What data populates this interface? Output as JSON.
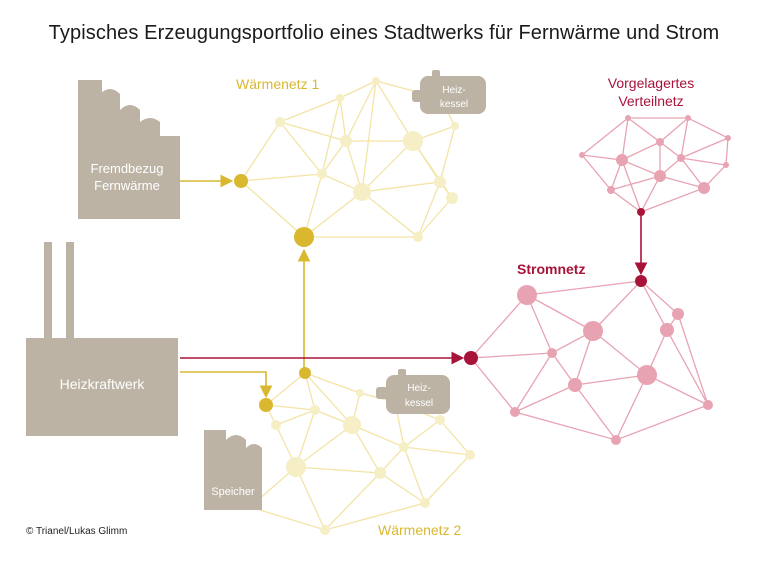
{
  "title": "Typisches Erzeugungsportfolio eines Stadtwerks für Fernwärme und Strom",
  "credit": "© Trianel/Lukas Glimm",
  "colors": {
    "heat": "#d9b830",
    "heat_light": "#f6eec4",
    "heat_stroke": "#f3e4a6",
    "power": "#a8133a",
    "power_light": "#e8a3b3",
    "building": "#bcb3a4"
  },
  "labels": {
    "waermenetz1": "Wärmenetz 1",
    "waermenetz2": "Wärmenetz 2",
    "vorgelagert_line1": "Vorgelagertes",
    "vorgelagert_line2": "Verteilnetz",
    "stromnetz": "Stromnetz",
    "fremdbezug_line1": "Fremdbezug",
    "fremdbezug_line2": "Fernwärme",
    "heizkraftwerk": "Heizkraftwerk",
    "speicher": "Speicher",
    "heizkessel1_line1": "Heiz-",
    "heizkessel1_line2": "kessel",
    "heizkessel2_line1": "Heiz-",
    "heizkessel2_line2": "kessel"
  }
}
